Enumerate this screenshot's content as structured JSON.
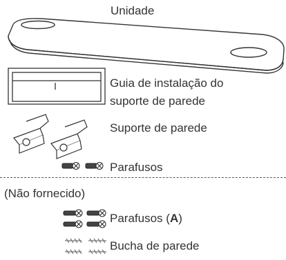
{
  "items": {
    "unit": {
      "label": "Unidade",
      "icon": "soundbar-icon"
    },
    "wall_bracket_guide": {
      "label_line1": "Guia de instalação do",
      "label_line2": "suporte de parede",
      "icon": "bracket-guide-sheet-icon"
    },
    "wall_bracket": {
      "label": "Suporte de parede",
      "icon": "wall-bracket-icon"
    },
    "screws": {
      "label": "Parafusos",
      "icon": "screw-icon"
    }
  },
  "not_supplied": {
    "heading": "(Não fornecido)",
    "screws_a": {
      "label_prefix": "Parafusos (",
      "label_bold": "A",
      "label_suffix": ")",
      "icon": "screw-icon"
    },
    "wall_plug": {
      "label": "Bucha de parede",
      "icon": "wall-plug-icon"
    }
  }
}
